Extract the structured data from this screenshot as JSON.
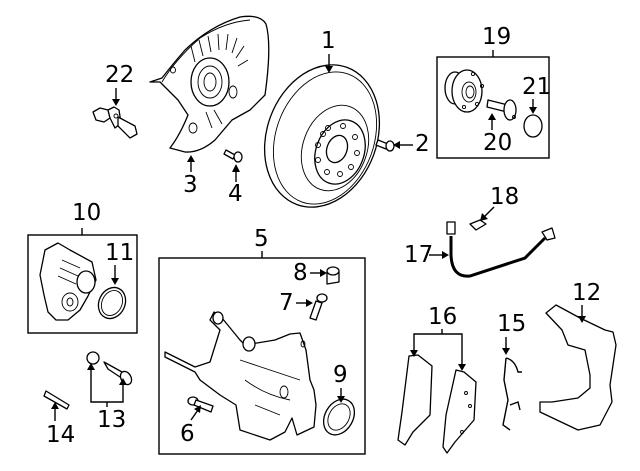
{
  "diagram": {
    "title": "Rear brake components exploded view",
    "callouts": [
      {
        "id": "1",
        "label": "1",
        "part": "brake-rotor"
      },
      {
        "id": "2",
        "label": "2",
        "part": "rotor-screw"
      },
      {
        "id": "3",
        "label": "3",
        "part": "splash-shield"
      },
      {
        "id": "4",
        "label": "4",
        "part": "shield-bolt"
      },
      {
        "id": "5",
        "label": "5",
        "part": "caliper-assembly"
      },
      {
        "id": "6",
        "label": "6",
        "part": "caliper-bolt"
      },
      {
        "id": "7",
        "label": "7",
        "part": "bleeder-screw"
      },
      {
        "id": "8",
        "label": "8",
        "part": "bleeder-cap"
      },
      {
        "id": "9",
        "label": "9",
        "part": "piston-seal-kit"
      },
      {
        "id": "10",
        "label": "10",
        "part": "parking-brake-motor"
      },
      {
        "id": "11",
        "label": "11",
        "part": "motor-seal"
      },
      {
        "id": "12",
        "label": "12",
        "part": "caliper-support"
      },
      {
        "id": "13",
        "label": "13",
        "part": "guide-pin-kit"
      },
      {
        "id": "14",
        "label": "14",
        "part": "guide-pin"
      },
      {
        "id": "15",
        "label": "15",
        "part": "pad-spring"
      },
      {
        "id": "16",
        "label": "16",
        "part": "brake-pads"
      },
      {
        "id": "17",
        "label": "17",
        "part": "brake-hose"
      },
      {
        "id": "18",
        "label": "18",
        "part": "hose-clip"
      },
      {
        "id": "19",
        "label": "19",
        "part": "hub-and-bearing"
      },
      {
        "id": "20",
        "label": "20",
        "part": "hub-bolt"
      },
      {
        "id": "21",
        "label": "21",
        "part": "hub-cap"
      },
      {
        "id": "22",
        "label": "22",
        "part": "abs-sensor"
      }
    ]
  }
}
